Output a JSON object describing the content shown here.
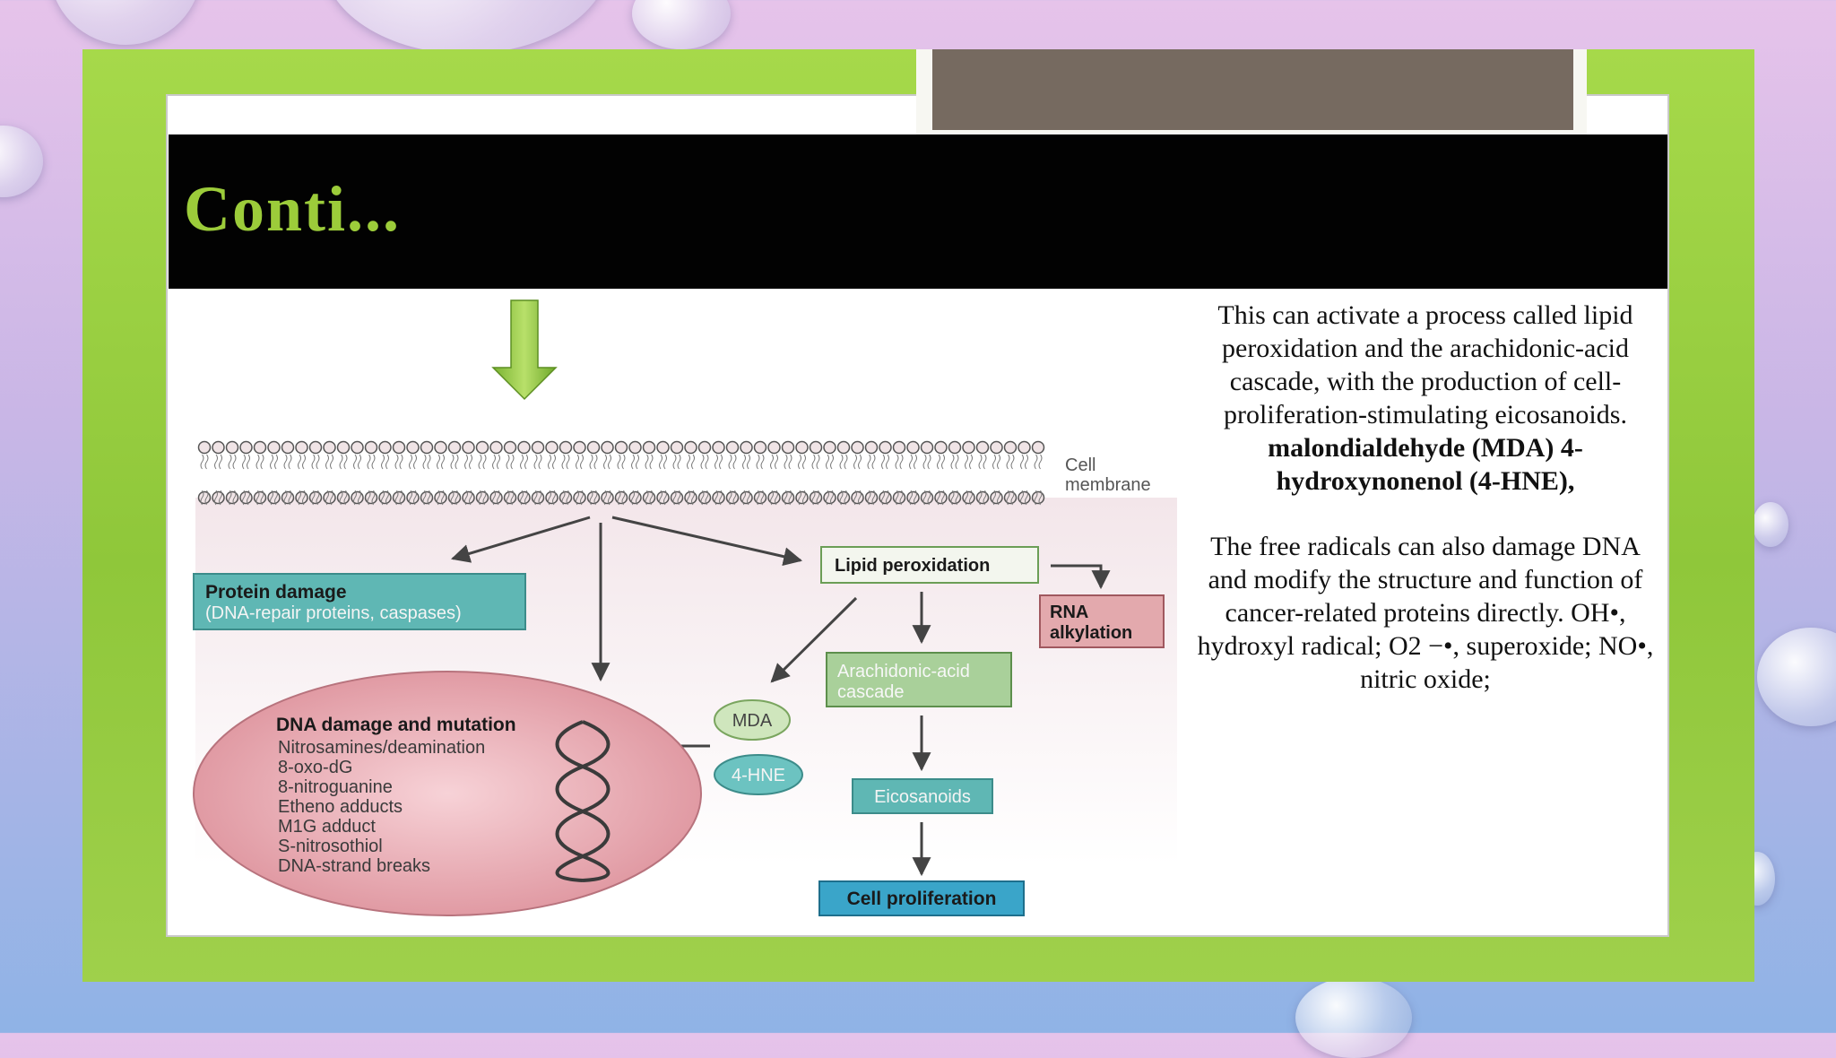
{
  "slide": {
    "title": "Conti...",
    "paragraph1_plain": "This can activate a process called lipid peroxidation and the arachidonic-acid cascade, with the production of cell-proliferation-stimulating eicosanoids.",
    "paragraph1_bold": "malondialdehyde (MDA)  4-hydroxynonenol (4-HNE),",
    "paragraph2": "The free radicals can also damage DNA and modify the structure and function of cancer-related proteins directly. OH•, hydroxyl radical; O2 −•, superoxide; NO•, nitric oxide;"
  },
  "diagram": {
    "cell_membrane_label_line1": "Cell",
    "cell_membrane_label_line2": "membrane",
    "protein_damage_title": "Protein damage",
    "protein_damage_detail": "(DNA-repair proteins, caspases)",
    "lipid_peroxidation": "Lipid peroxidation",
    "rna_alkylation_line1": "RNA",
    "rna_alkylation_line2": "alkylation",
    "arachidonic_line1": "Arachidonic-acid",
    "arachidonic_line2": "cascade",
    "mda": "MDA",
    "hne": "4-HNE",
    "eicosanoids": "Eicosanoids",
    "cell_proliferation": "Cell proliferation",
    "dna_damage_title": "DNA damage and mutation",
    "dna_damage_items": [
      "Nitrosamines/deamination",
      "8-oxo-dG",
      "8-nitroguanine",
      "Etheno adducts",
      "M1G adduct",
      "S-nitrosothiol",
      "DNA-strand breaks"
    ],
    "colors": {
      "arrow_green": "#8cc63f",
      "teal_box": "#5fb7b4",
      "green_box": "#a9d09a",
      "pink_box": "#e3a9ad",
      "blue_box": "#3aa5c9",
      "ellipse_pink": "#e8a4ad"
    }
  }
}
